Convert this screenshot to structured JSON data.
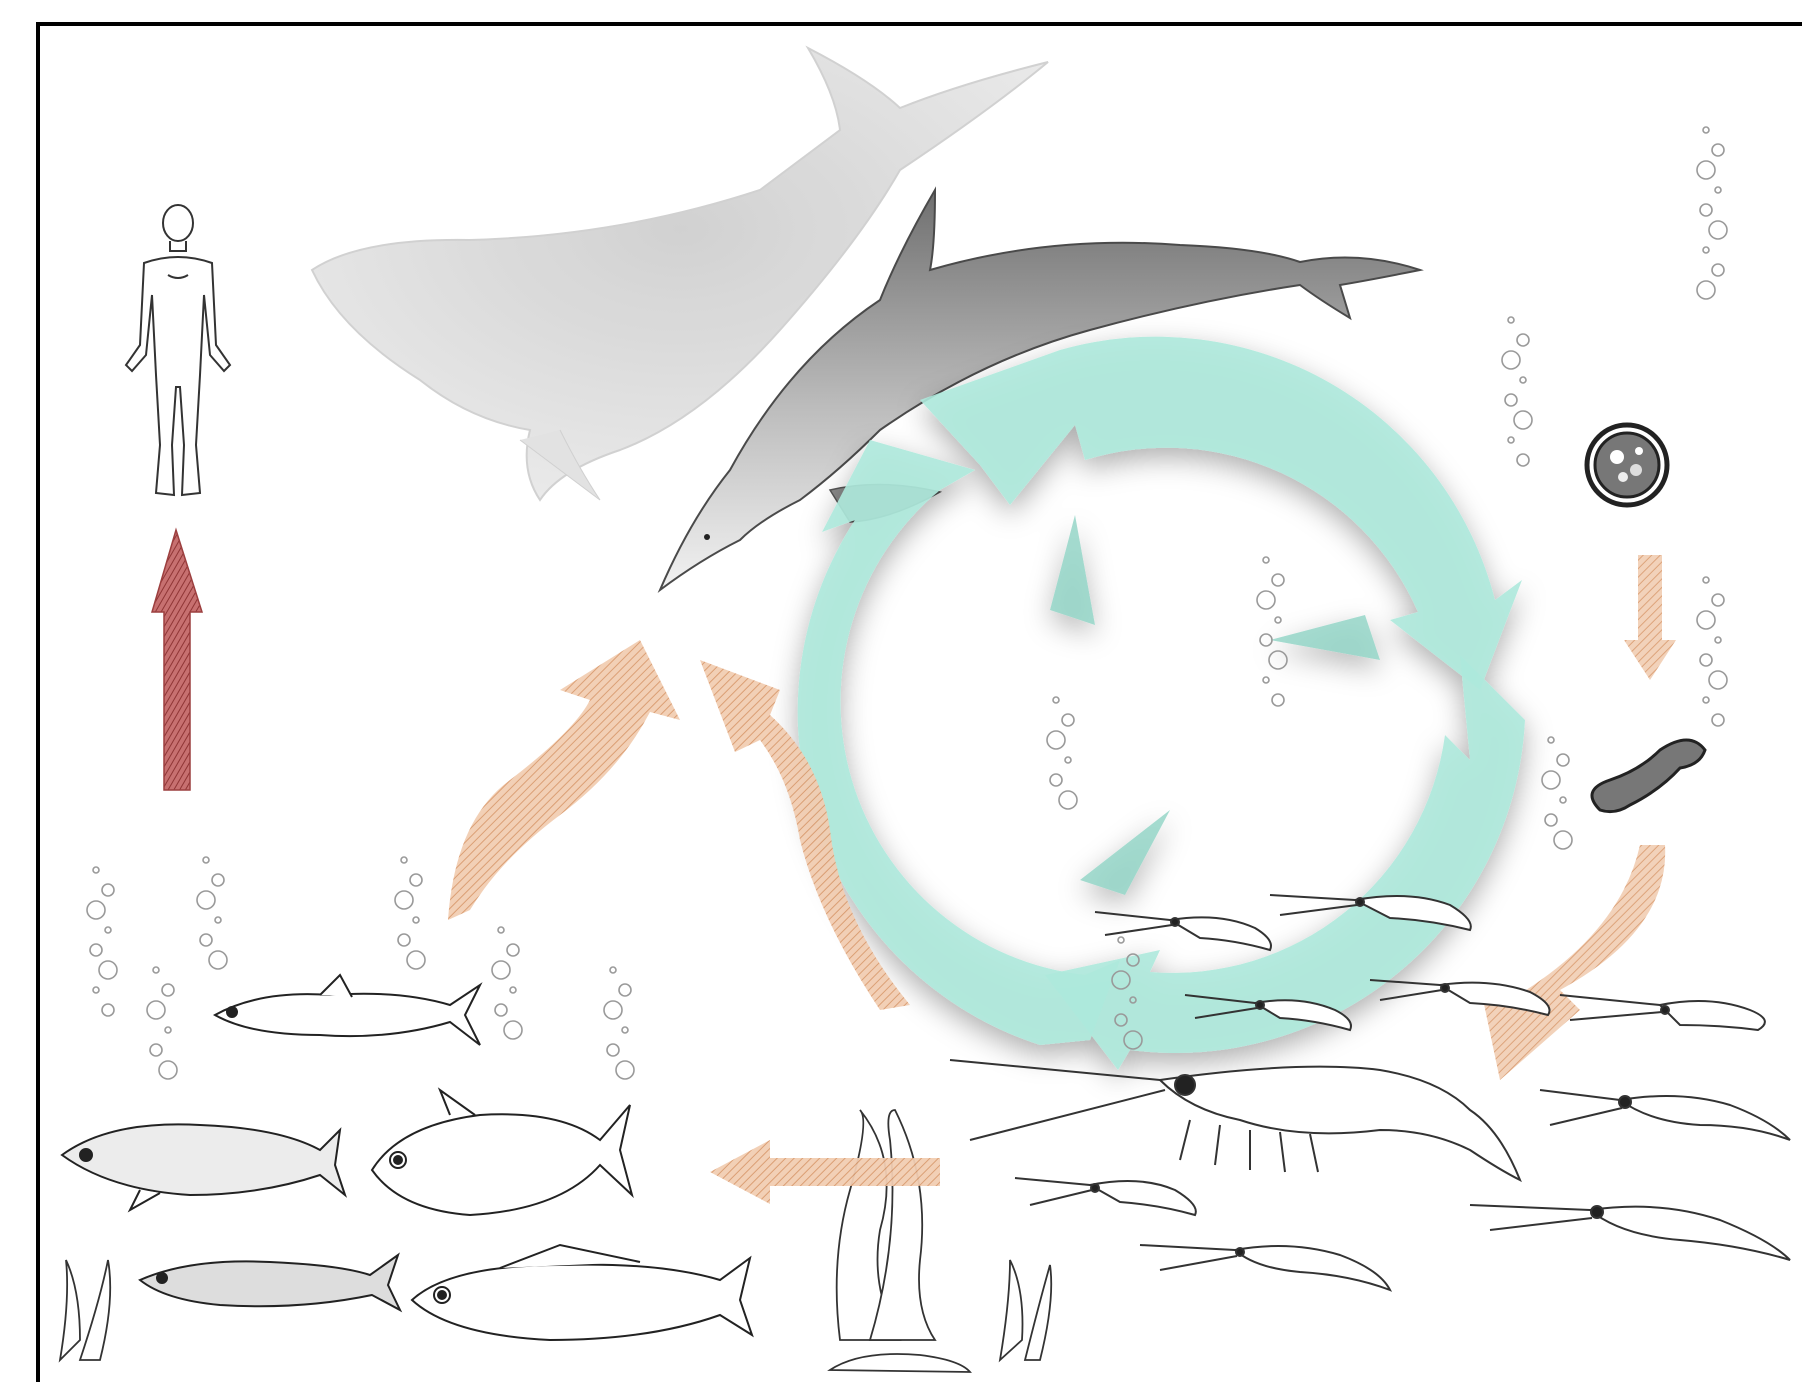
{
  "diagram": {
    "kind": "marine-food-web",
    "colors": {
      "cycle_arrows": "#aee9dc",
      "flow_arrows": "#e9b48f",
      "human_arrow": "#b84a4a",
      "bubbles": "#9a9a9a",
      "outline": "#222222"
    },
    "elements": [
      "human-figure",
      "humpback-whale",
      "dolphin",
      "phytoplankton-cell",
      "zooplankton-larva",
      "krill-swarm",
      "seaweed",
      "herring",
      "mackerel",
      "tuna",
      "anchovy",
      "horse-mackerel",
      "nutrient-cycle",
      "air-bubbles"
    ]
  }
}
